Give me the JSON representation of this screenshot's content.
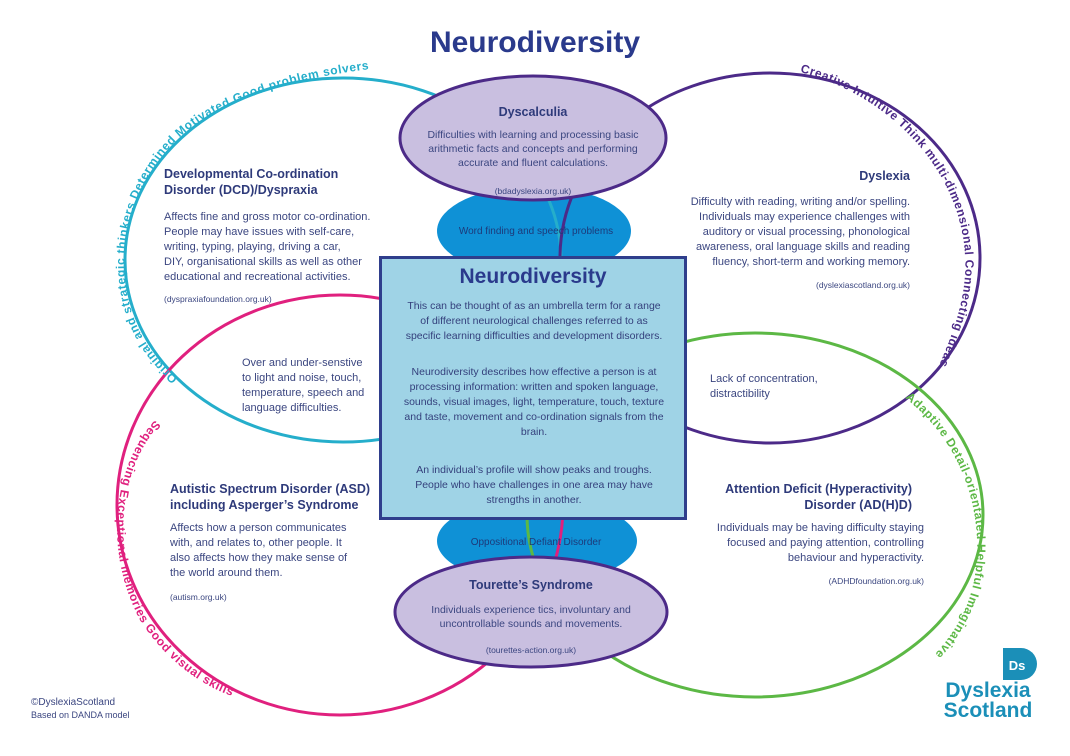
{
  "page_title": "Neurodiversity",
  "traits": {
    "dcd": [
      "Original and strategic thinkers",
      "Determined",
      "Motivated",
      "Good problem solvers"
    ],
    "dyslexia": [
      "Creative",
      "Intuitive",
      "Think multi-dimensional",
      "Connecting ideas"
    ],
    "adhd": [
      "Adaptive",
      "Detail-orientated",
      "Helpful",
      "Imaginative"
    ],
    "asd": [
      "Sequencing",
      "Exceptional memories",
      "Good visual skills"
    ]
  },
  "dyscalculia": {
    "title": "Dyscalculia",
    "lines": [
      "Difficulties with learning and processing basic",
      "arithmetic facts and concepts and performing",
      "accurate and fluent calculations."
    ],
    "source": "(bdadyslexia.org.uk)"
  },
  "tourettes": {
    "title": "Tourette’s Syndrome",
    "lines": [
      "Individuals experience tics, involuntary and",
      "uncontrollable sounds and movements."
    ],
    "source": "(tourettes-action.org.uk)"
  },
  "overlaps": {
    "top": "Word finding and speech problems",
    "bottom": "Oppositional Defiant Disorder",
    "left": [
      "Over and under-senstive",
      "to light and noise, touch,",
      "temperature, speech and",
      "language difficulties."
    ],
    "right": [
      "Lack of concentration,",
      "distractibility"
    ]
  },
  "dcd": {
    "title": [
      "Developmental Co-ordination",
      "Disorder (DCD)/Dyspraxia"
    ],
    "lines": [
      "Affects fine and gross motor co-ordination.",
      "People may have issues with self-care,",
      "writing, typing, playing, driving a car,",
      "DIY, organisational skills as well as other",
      "educational and recreational activities."
    ],
    "source": "(dyspraxiafoundation.org.uk)"
  },
  "dyslexia": {
    "title": "Dyslexia",
    "lines": [
      "Difficulty with reading, writing and/or spelling.",
      "Individuals may experience challenges with",
      "auditory or visual processing, phonological",
      "awareness, oral language skills and reading",
      "fluency, short-term and working memory."
    ],
    "source": "(dyslexiascotland.org.uk)"
  },
  "asd": {
    "title": [
      "Autistic Spectrum Disorder (ASD)",
      "including Asperger’s Syndrome"
    ],
    "lines": [
      "Affects how a person communicates",
      "with, and relates to, other people.  It",
      "also affects how they make sense of",
      "the world around them."
    ],
    "source": "(autism.org.uk)"
  },
  "adhd": {
    "title": [
      "Attention Deficit (Hyperactivity)",
      "Disorder (AD(H)D)"
    ],
    "lines": [
      "Individuals may be having difficulty staying",
      "focused and paying attention, controlling",
      "behaviour and hyperactivity."
    ],
    "source": "(ADHDfoundation.org.uk)"
  },
  "center": {
    "title": "Neurodiversity",
    "para1": [
      "This can be thought of as an umbrella term for a range",
      "of different neurological challenges referred to as",
      "specific learning difficulties and development disorders."
    ],
    "para2": [
      "Neurodiversity describes how effective a person is at",
      "processing information: written and spoken language,",
      "sounds, visual images, light, temperature, touch, texture",
      "and taste, movement and co-ordination signals from the",
      "brain."
    ],
    "para3": [
      "An individual’s profile will show peaks and troughs.",
      "People who have challenges in one area may have",
      "strengths in another."
    ]
  },
  "footer": {
    "copyright": "©DyslexiaScotland",
    "model": "Based on DANDA model"
  },
  "logo": {
    "monogram": "Ds",
    "line1": "Dyslexia",
    "line2": "Scotland"
  },
  "colors": {
    "dcd_circle": "#25aecb",
    "dyslexia_circle": "#4c2a88",
    "asd_circle": "#e0207e",
    "adhd_circle": "#5cb845",
    "center_fill": "#9fd3e6",
    "blue_overlap": "#0f91d6",
    "lavender_fill": "#c9bfe0",
    "navy": "#2a3a8c"
  }
}
